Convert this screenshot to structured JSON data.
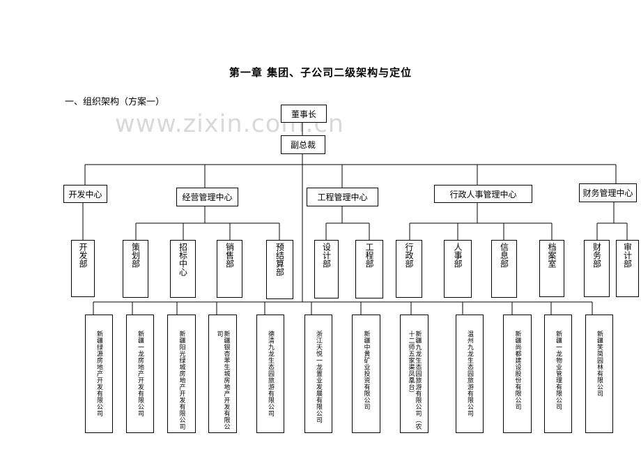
{
  "doc": {
    "title": "第一章  集团、子公司二级架构与定位",
    "subtitle": "一、组织架构（方案一）",
    "watermark": "www.zixin.com.cn"
  },
  "top": {
    "chairman": "董事长",
    "vice_president": "副总裁"
  },
  "centers": [
    {
      "name": "开发中心"
    },
    {
      "name": "经营管理中心"
    },
    {
      "name": "工程管理中心"
    },
    {
      "name": "行政人事管理中心"
    },
    {
      "name": "财务管理中心"
    }
  ],
  "departments": [
    "开发部",
    "策划部",
    "招标中心",
    "销售部",
    "预结算部",
    "设计部",
    "工程部",
    "行政部",
    "人事部",
    "信息部",
    "档案室",
    "财务部",
    "审计部"
  ],
  "subsidiaries": [
    "新疆绿源房地产开发有限公司",
    "新疆一龙房地产开发有限公司",
    "新疆阳光绿城房地产开发有限公司",
    "新疆银杏苯生城房地产开发有限公司",
    "德清九龙生态园旅游有限公司",
    "浙江天悦一龙置业发展有限公司",
    "新疆中黄矿业投资有限公司",
    "新疆九龙生态园旅游有限公司（农十二师五家渠凤凰台）",
    "温州九龙生态园旅游有限公司",
    "新疆尚都建设股份有限公司",
    "新疆一龙物业管理有限公司",
    "新疆笑简园林有限公司"
  ]
}
